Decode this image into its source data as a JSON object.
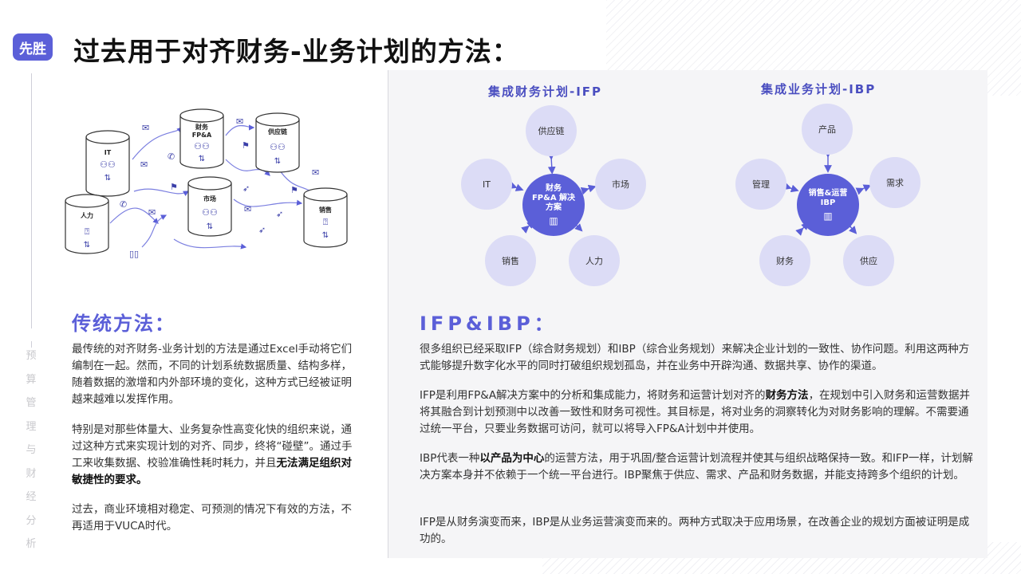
{
  "brand": {
    "logo_text": "先胜",
    "accent": "#5b5fd8"
  },
  "page_title": "过去用于对齐财务-业务计划的方法：",
  "side_label": [
    "预",
    "算",
    "管",
    "理",
    "与",
    "财",
    "经",
    "分",
    "析"
  ],
  "illustration": {
    "cyl_it": "IT",
    "cyl_fpa_1": "财务",
    "cyl_fpa_2": "FP&A",
    "cyl_supply": "供应链",
    "cyl_market": "市场",
    "cyl_hr": "人力",
    "cyl_sales": "销售"
  },
  "left": {
    "title": "传统方法：",
    "p1": "最传统的对齐财务-业务计划的方法是通过Excel手动将它们编制在一起。然而，不同的计划系统数据质量、结构多样，随着数据的激增和内外部环境的变化，这种方式已经被证明越来越难以发挥作用。",
    "p2_a": "特别是对那些体量大、业务复杂性高变化快的组织来说，通过这种方式来实现计划的对齐、同步，终将“碰壁”。通过手工来收集数据、校验准确性耗时耗力，并且",
    "p2_b": "无法满足组织对敏捷性的要求。",
    "p3": "过去，商业环境相对稳定、可预测的情况下有效的方法，不再适用于VUCA时代。"
  },
  "ifp_diagram": {
    "title": "集成财务计划-IFP",
    "hub_l1": "财务",
    "hub_l2": "FP&A 解决",
    "hub_l3": "方案",
    "sat_top": "供应链",
    "sat_left": "IT",
    "sat_right": "市场",
    "sat_bl": "销售",
    "sat_br": "人力"
  },
  "ibp_diagram": {
    "title": "集成业务计划-IBP",
    "hub_l1": "销售&运营",
    "hub_l2": "IBP",
    "sat_top": "产品",
    "sat_left": "管理",
    "sat_right": "需求",
    "sat_bl": "财务",
    "sat_br": "供应"
  },
  "right": {
    "title": "IFP&IBP：",
    "p1": "很多组织已经采取IFP（综合财务规划）和IBP（综合业务规划）来解决企业计划的一致性、协作问题。利用这两种方式能够提升数字化水平的同时打破组织规划孤岛，并在业务中开辟沟通、数据共享、协作的渠道。",
    "p2_a": "IFP是利用FP&A解决方案中的分析和集成能力，将财务和运营计划对齐的",
    "p2_b": "财务方法",
    "p2_c": "，在规划中引入财务和运营数据并将其融合到计划预测中以改善一致性和财务可视性。其目标是，将对业务的洞察转化为对财务影响的理解。不需要通过统一平台，只要业务数据可访问，就可以将导入FP&A计划中并使用。",
    "p3_a": "IBP代表一种",
    "p3_b": "以产品为中心",
    "p3_c": "的运营方法，用于巩固/整合运营计划流程并使其与组织战略保持一致。和IFP一样，计划解决方案本身并不依赖于一个统一平台进行。IBP聚焦于供应、需求、产品和财务数据，并能支持跨多个组织的计划。",
    "p4": "IFP是从财务演变而来，IBP是从业务运营演变而来的。两种方式取决于应用场景，在改善企业的规划方面被证明是成功的。"
  }
}
